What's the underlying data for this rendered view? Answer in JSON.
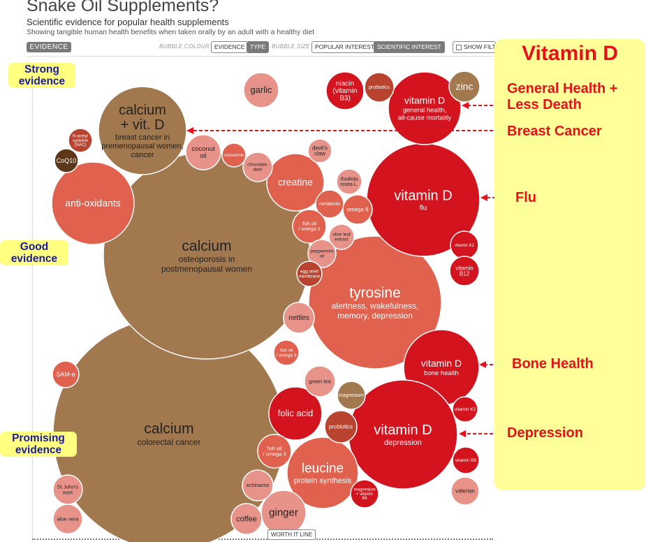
{
  "header": {
    "title": "Snake Oil Supplements?",
    "subtitle": "Scientific evidence for popular health supplements",
    "subtitle2": "Showing tangible human health benefits when taken orally by an adult with a healthy diet"
  },
  "controls": {
    "evidence_tab": "EVIDENCE",
    "bubble_colour_label": "BUBBLE COLOUR",
    "colour_evidence": "EVIDENCE",
    "colour_type": "TYPE",
    "bubble_size_label": "BUBBLE SIZE",
    "size_popular": "POPULAR INTEREST",
    "size_scientific": "SCIENTIFIC INTEREST",
    "show_filters": "SHOW FILTERS",
    "worth_it_line": "WORTH IT LINE"
  },
  "evidence_levels": [
    "Strong evidence",
    "Good evidence",
    "Promising evidence"
  ],
  "colors": {
    "brown": "#a2784e",
    "red": "#d3141f",
    "salmon": "#e0614d",
    "pink": "#e8938a",
    "rust": "#b84430",
    "darkbrown": "#5e3718",
    "highlight": "#ffff99",
    "annotation": "#e8101a",
    "evidence_text": "#1a1aa0"
  },
  "callouts": {
    "title": "Vitamin D",
    "items": [
      "General Health + Less Death",
      "Breast Cancer",
      "Flu",
      "Bone Health",
      "Depression"
    ]
  },
  "chart_data": {
    "type": "bubble",
    "bubbles": [
      {
        "name": "calcium",
        "sub": "colorectal cancer",
        "color": "brown"
      },
      {
        "name": "calcium",
        "sub": "osteoporosis in postmenopausal women",
        "color": "brown"
      },
      {
        "name": "calcium + vit. D",
        "sub": "breast cancer in premenopausal women, cancer",
        "color": "brown"
      },
      {
        "name": "tyrosine",
        "sub": "alertness, wakefulness, memory, depression",
        "color": "salmon"
      },
      {
        "name": "vitamin D",
        "sub": "flu",
        "color": "red"
      },
      {
        "name": "vitamin D",
        "sub": "general health, all-cause mortality",
        "color": "red"
      },
      {
        "name": "vitamin D",
        "sub": "bone health",
        "color": "red"
      },
      {
        "name": "vitamin D",
        "sub": "depression",
        "color": "red"
      },
      {
        "name": "anti-oxidants",
        "sub": "",
        "color": "salmon"
      },
      {
        "name": "leucine",
        "sub": "protein synthesis",
        "color": "salmon"
      },
      {
        "name": "creatine",
        "sub": "",
        "color": "salmon"
      },
      {
        "name": "folic acid",
        "sub": "",
        "color": "red"
      },
      {
        "name": "ginger",
        "sub": "",
        "color": "pink"
      },
      {
        "name": "garlic",
        "sub": "",
        "color": "pink"
      },
      {
        "name": "zinc",
        "sub": "",
        "color": "brown"
      },
      {
        "name": "niacin (vitamin B3)",
        "sub": "",
        "color": "red"
      },
      {
        "name": "probiotics",
        "sub": "",
        "color": "rust"
      },
      {
        "name": "probiotics",
        "sub": "",
        "color": "rust"
      },
      {
        "name": "coconut oil",
        "sub": "",
        "color": "pink"
      },
      {
        "name": "colostrinin",
        "sub": "",
        "color": "salmon"
      },
      {
        "name": "chocolate, dark",
        "sub": "",
        "color": "pink"
      },
      {
        "name": "devil's claw",
        "sub": "",
        "color": "pink"
      },
      {
        "name": "rhodiola rosea L.",
        "sub": "",
        "color": "pink"
      },
      {
        "name": "melatonin",
        "sub": "",
        "color": "salmon"
      },
      {
        "name": "omega 6",
        "sub": "",
        "color": "salmon"
      },
      {
        "name": "fish oil / omega 3",
        "sub": "",
        "color": "salmon"
      },
      {
        "name": "olive leaf extract",
        "sub": "",
        "color": "pink"
      },
      {
        "name": "peppermint oil",
        "sub": "",
        "color": "pink"
      },
      {
        "name": "egg shell membrane",
        "sub": "",
        "color": "rust"
      },
      {
        "name": "nettles",
        "sub": "",
        "color": "pink"
      },
      {
        "name": "fish oil / omega 3",
        "sub": "",
        "color": "salmon"
      },
      {
        "name": "fish oil / omega 3",
        "sub": "",
        "color": "salmon"
      },
      {
        "name": "N-acetyl cysteine (NAC)",
        "sub": "",
        "color": "rust"
      },
      {
        "name": "CoQ10",
        "sub": "",
        "color": "darkbrown"
      },
      {
        "name": "vitamin K2",
        "sub": "",
        "color": "red"
      },
      {
        "name": "vitamin B12",
        "sub": "",
        "color": "red"
      },
      {
        "name": "SAM-e",
        "sub": "",
        "color": "salmon"
      },
      {
        "name": "green tea",
        "sub": "",
        "color": "pink"
      },
      {
        "name": "magnesium",
        "sub": "",
        "color": "brown"
      },
      {
        "name": "vitamin K2",
        "sub": "",
        "color": "red"
      },
      {
        "name": "vitamin B8",
        "sub": "",
        "color": "red"
      },
      {
        "name": "valerian",
        "sub": "",
        "color": "pink"
      },
      {
        "name": "magnesium + vitamin B6",
        "sub": "",
        "color": "red"
      },
      {
        "name": "echinacea",
        "sub": "",
        "color": "pink"
      },
      {
        "name": "coffee",
        "sub": "",
        "color": "pink"
      },
      {
        "name": "St John's wort",
        "sub": "",
        "color": "pink"
      },
      {
        "name": "aloe vera",
        "sub": "",
        "color": "pink"
      }
    ]
  }
}
